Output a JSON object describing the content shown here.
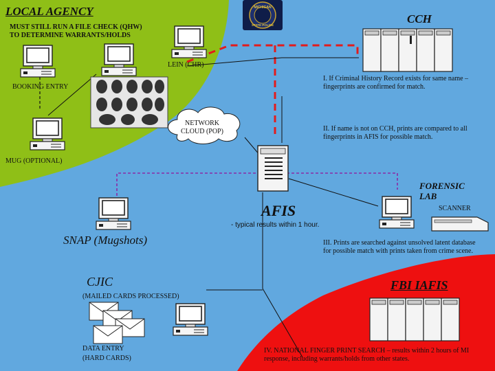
{
  "local_agency": {
    "title": "LOCAL AGENCY",
    "notice_line1": "MUST STILL RUN A FILE CHECK (QHW)",
    "notice_line2": "TO DETERMINE WARRANTS/HOLDS",
    "lein": "LEIN (CHR)",
    "booking_entry": "BOOKING ENTRY",
    "mug": "MUG (OPTIONAL)"
  },
  "badge": {
    "line1": "MICHIGAN",
    "line2": "STATE POLICE"
  },
  "cch": {
    "title": "CCH"
  },
  "network": {
    "line1": "NETWORK",
    "line2": "CLOUD (POP)"
  },
  "notes": {
    "n1": "I.  If Criminal History Record exists for same name – fingerprints are confirmed for match.",
    "n2": "II.  If name is not on CCH, prints are compared to all fingerprints in AFIS for possible match.",
    "n3": "III.  Prints are searched against unsolved latent database for possible match with prints taken from crime scene.",
    "n4": "IV.  NATIONAL FINGER PRINT SEARCH – results within 2 hours of MI response, including warrants/holds from other states."
  },
  "forensic": {
    "line1": "FORENSIC",
    "line2": "LAB",
    "scanner": "SCANNER"
  },
  "afis": {
    "title": "AFIS",
    "typical": "- typical results within 1 hour."
  },
  "snap": {
    "title": "SNAP (Mugshots)"
  },
  "cjic": {
    "title": "CJIC",
    "mailed": "(MAILED CARDS PROCESSED)",
    "data_entry1": "DATA ENTRY",
    "data_entry2": "(HARD CARDS)"
  },
  "fbi": {
    "title": "FBI  IAFIS"
  },
  "colors": {
    "water": "#61a8df",
    "local_agency": "#8fbf17",
    "fbi": "#ee1010",
    "red_link": "#e31b1b",
    "purple_link": "#8b2aa6"
  },
  "icons": [
    "workstation-icon",
    "server-cabinet-icon",
    "fingerprint-card-icon",
    "envelope-icon",
    "scanner-icon",
    "cloud-icon",
    "police-badge-icon"
  ]
}
